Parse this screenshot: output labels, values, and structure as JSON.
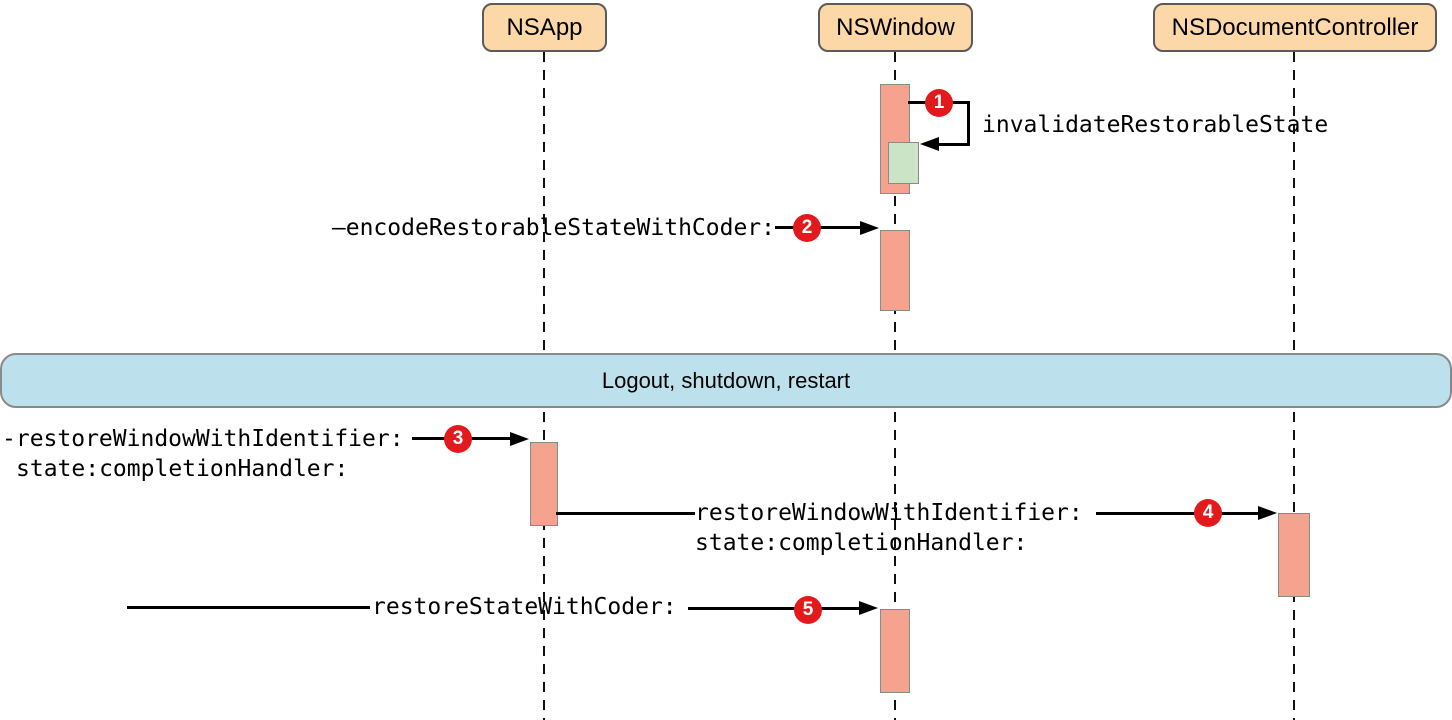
{
  "actors": [
    {
      "name": "NSApp"
    },
    {
      "name": "NSWindow"
    },
    {
      "name": "NSDocumentController"
    }
  ],
  "condition_band": {
    "label": "Logout, shutdown, restart"
  },
  "messages": [
    {
      "num": "1",
      "label": "invalidateRestorableState",
      "kind": "self-message",
      "from": "NSWindow",
      "to": "NSWindow"
    },
    {
      "num": "2",
      "label": "—encodeRestorableStateWithCoder:",
      "kind": "message",
      "to": "NSWindow"
    },
    {
      "num": "3",
      "label": "-restoreWindowWithIdentifier:",
      "label2": "state:completionHandler:",
      "kind": "message",
      "to": "NSApp"
    },
    {
      "num": "4",
      "label": "restoreWindowWithIdentifier:",
      "label2": "state:completionHandler:",
      "kind": "message",
      "from": "NSApp",
      "to": "NSDocumentController"
    },
    {
      "num": "5",
      "label": "restoreStateWithCoder:",
      "kind": "message",
      "to": "NSWindow"
    }
  ],
  "colors": {
    "actor_fill": "#fcd8a8",
    "activation_fill": "#f5a28f",
    "nested_activation_fill": "#cbe4c5",
    "band_fill": "#bce0ec",
    "badge_red": "#e2191d",
    "line_black": "#000000",
    "border_gray": "#8a8a8a"
  }
}
